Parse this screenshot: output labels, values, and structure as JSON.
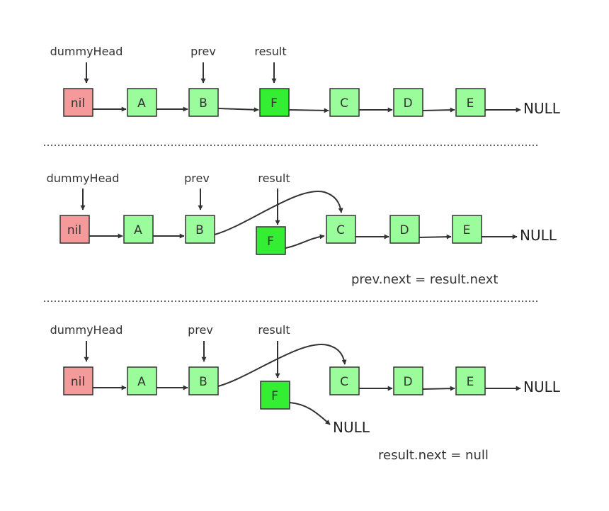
{
  "colors": {
    "head_node": "#f59a9a",
    "list_node": "#9afc9a",
    "highlight_node": "#33ee33",
    "stroke": "#333333"
  },
  "panels": [
    {
      "pointers": {
        "dummy_head": "dummyHead",
        "prev": "prev",
        "result": "result"
      },
      "nodes": [
        "nil",
        "A",
        "B",
        "F",
        "C",
        "D",
        "E"
      ],
      "tail": "NULL",
      "expression": ""
    },
    {
      "pointers": {
        "dummy_head": "dummyHead",
        "prev": "prev",
        "result": "result"
      },
      "nodes": [
        "nil",
        "A",
        "B",
        "F",
        "C",
        "D",
        "E"
      ],
      "tail": "NULL",
      "expression": "prev.next = result.next"
    },
    {
      "pointers": {
        "dummy_head": "dummyHead",
        "prev": "prev",
        "result": "result"
      },
      "nodes": [
        "nil",
        "A",
        "B",
        "F",
        "C",
        "D",
        "E"
      ],
      "tail": "NULL",
      "f_next": "NULL",
      "expression": "result.next = null"
    }
  ]
}
